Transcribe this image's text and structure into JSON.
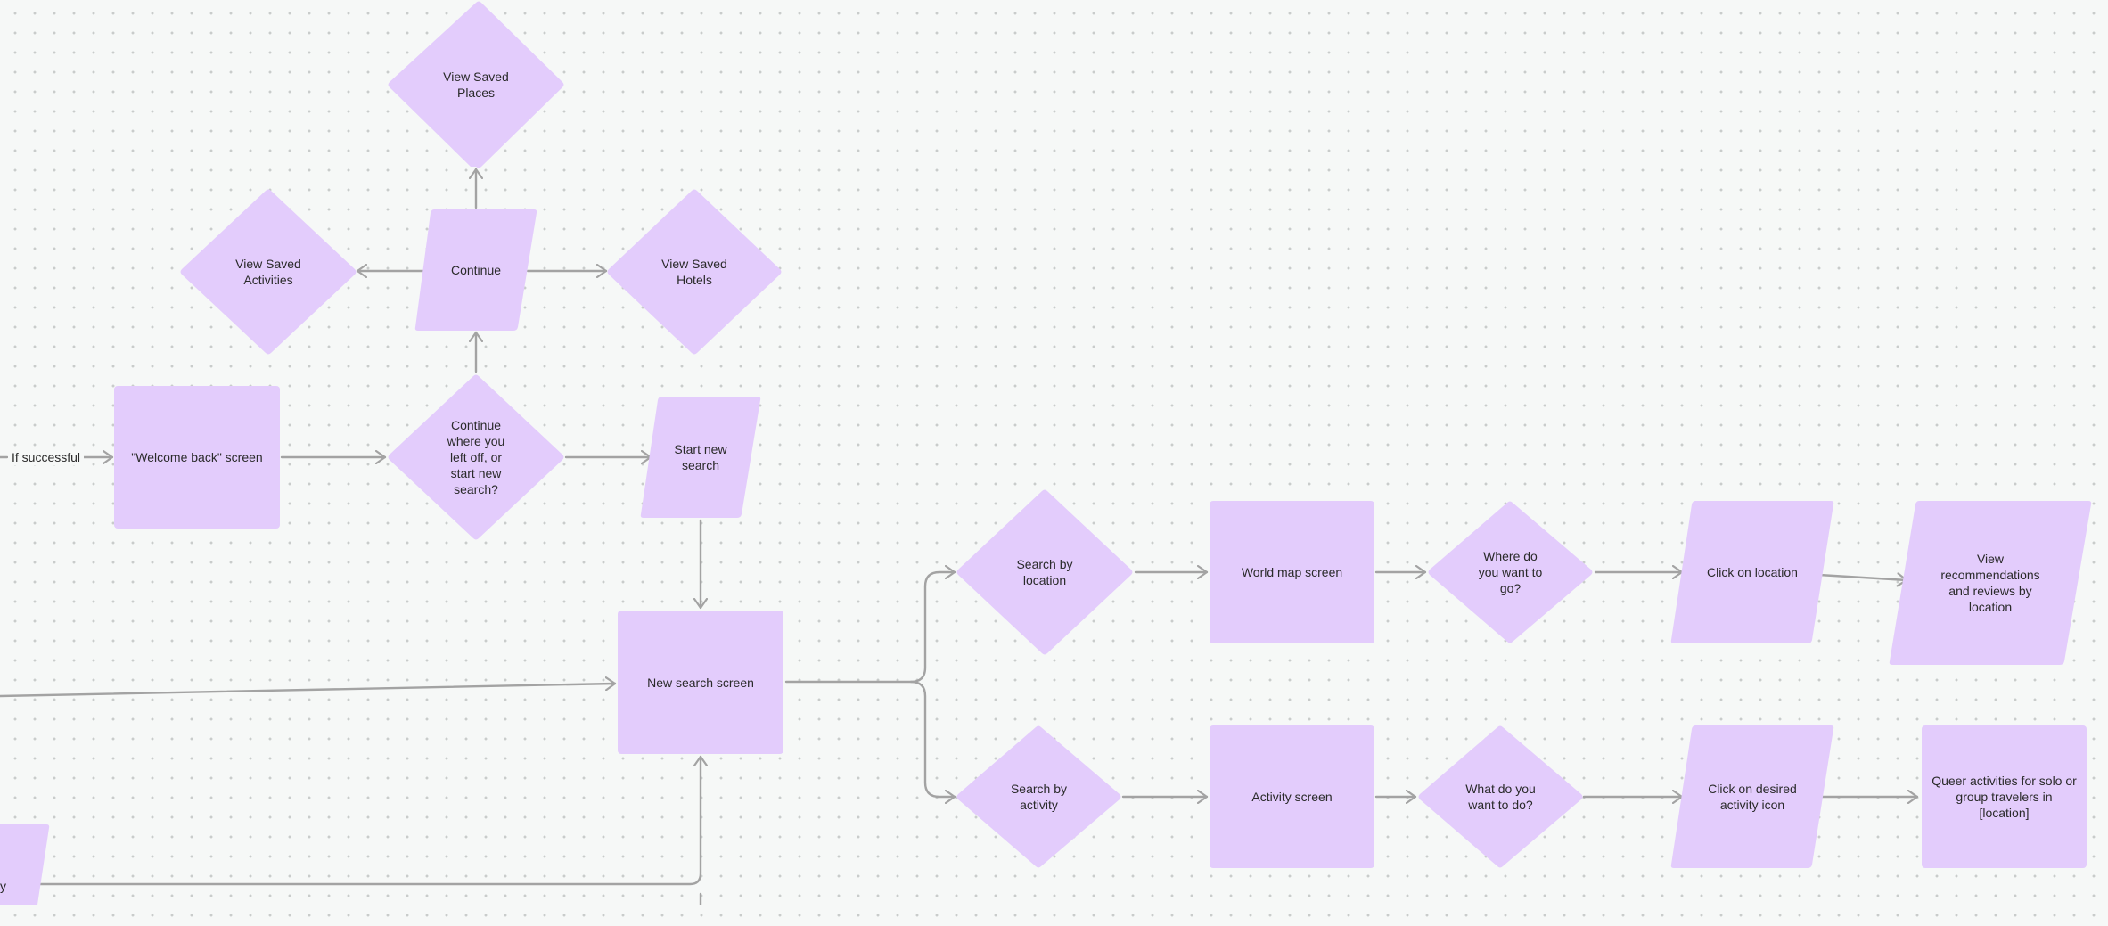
{
  "colors": {
    "node_fill": "#e3ccfc",
    "connector": "#a3a3a3",
    "canvas": "#f6f8f7",
    "text": "#2a2a2a"
  },
  "nodes": {
    "view_saved_places": "View Saved Places",
    "view_saved_activities": "View Saved Activities",
    "continue": "Continue",
    "view_saved_hotels": "View Saved Hotels",
    "welcome_back_screen": "\"Welcome back\" screen",
    "continue_or_new": "Continue where you left off, or start new search?",
    "start_new_search": "Start new search",
    "new_search_screen": "New search screen",
    "search_by_location": "Search by location",
    "world_map_screen": "World map screen",
    "where_do_you_want_to_go": "Where do you want to go?",
    "click_on_location": "Click on location",
    "view_recommendations": "View recommendations and reviews by location",
    "search_by_activity": "Search by activity",
    "activity_screen": "Activity screen",
    "what_do_you_want_to_do": "What do you want to do?",
    "click_on_activity_icon": "Click on desired activity icon",
    "queer_activities": "Queer activities for solo or group travelers in [location]",
    "partial_bottom_left": "y"
  },
  "edge_labels": {
    "if_successful": "If successful"
  }
}
